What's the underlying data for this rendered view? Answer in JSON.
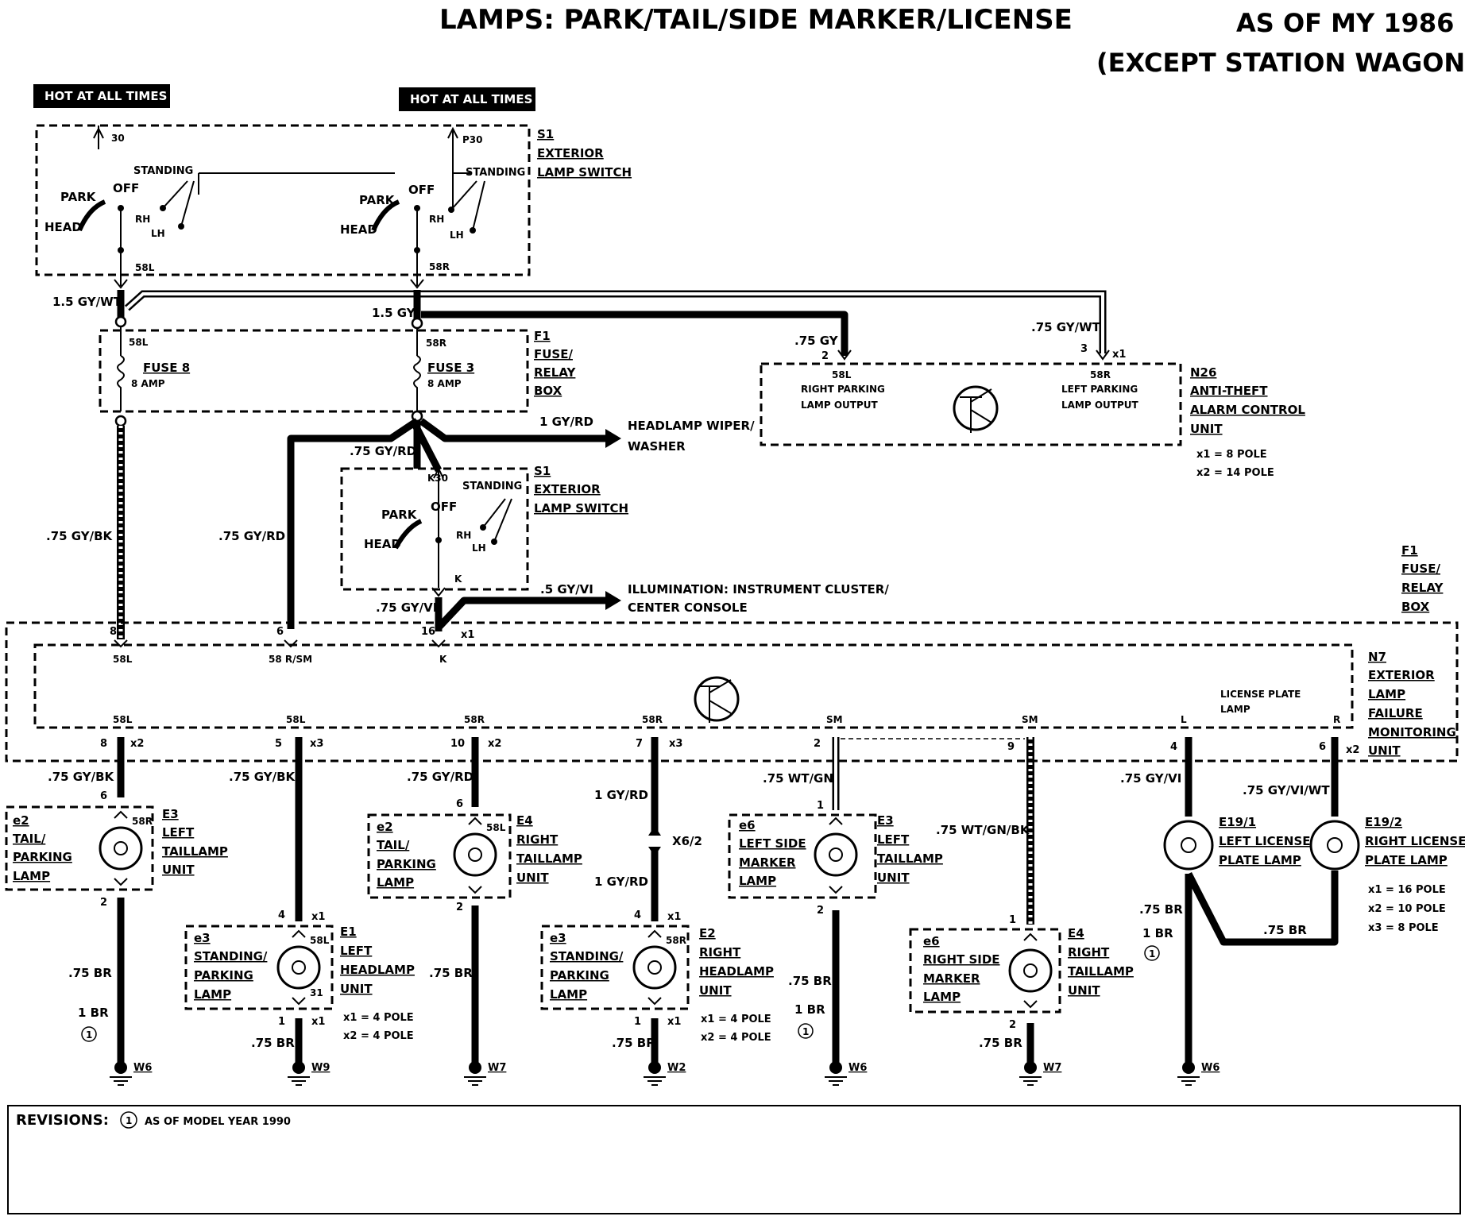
{
  "title": "LAMPS: PARK/TAIL/SIDE MARKER/LICENSE",
  "subtitle_line1": "AS OF MY 1986",
  "subtitle_line2": "(EXCEPT STATION WAGON)",
  "hot_label": "HOT AT ALL TIMES",
  "switch_terms": {
    "t30": "30",
    "tp30": "P30",
    "tk30": "K30",
    "tk": "K",
    "park": "PARK",
    "head": "HEAD",
    "off": "OFF",
    "standing": "STANDING",
    "rh": "RH",
    "lh": "LH",
    "s58l": "58L",
    "s58r": "58R"
  },
  "s1": {
    "id": "S1",
    "l1": "EXTERIOR",
    "l2": "LAMP SWITCH"
  },
  "f1": {
    "id": "F1",
    "l1": "FUSE/",
    "l2": "RELAY",
    "l3": "BOX"
  },
  "fuse8": {
    "name": "FUSE 8",
    "amp": "8 AMP",
    "term": "58L"
  },
  "fuse3": {
    "name": "FUSE 3",
    "amp": "8 AMP",
    "term": "58R"
  },
  "n26": {
    "id": "N26",
    "l1": "ANTI-THEFT",
    "l2": "ALARM CONTROL",
    "l3": "UNIT",
    "out_r1": "RIGHT PARKING",
    "out_r2": "LAMP OUTPUT",
    "out_l1": "LEFT PARKING",
    "out_l2": "LAMP OUTPUT",
    "pin2": "2",
    "pin3": "3",
    "conn": "x1",
    "t58l": "58L",
    "t58r": "58R",
    "pole1": "x1 = 8 POLE",
    "pole2": "x2 = 14 POLE"
  },
  "n7": {
    "id": "N7",
    "l1": "EXTERIOR",
    "l2": "LAMP",
    "l3": "FAILURE",
    "l4": "MONITORING",
    "l5": "UNIT",
    "lic1": "LICENSE PLATE",
    "lic2": "LAMP",
    "in8": "8",
    "in6": "6",
    "in16": "16",
    "inx1": "x1",
    "in58l": "58L",
    "in58rsm": "58 R/SM",
    "ink": "K"
  },
  "wires": {
    "w1": "1.5 GY/WT",
    "w2": "1.5 GY",
    "w3": ".75 GY",
    "w4": ".75 GY/WT",
    "w5": ".75 GY/RD",
    "w6": "1 GY/RD",
    "w7": ".75 GY/BK",
    "w8": ".75 GY/RD",
    "w9": ".75 GY/VI",
    "w10": ".5 GY/VI",
    "o1": ".75 GY/BK",
    "o2": ".75 GY/BK",
    "o3": ".75 GY/RD",
    "o4": "1 GY/RD",
    "o4b": "1 GY/RD",
    "o5": ".75 WT/GN",
    "o6": ".75 WT/GN/BK",
    "o7": ".75 GY/VI",
    "o8": ".75 GY/VI/WT",
    "br": ".75 BR",
    "br1": "1 BR"
  },
  "dest1": {
    "l1": "HEADLAMP WIPER/",
    "l2": "WASHER"
  },
  "dest2": {
    "l1": "ILLUMINATION: INSTRUMENT CLUSTER/",
    "l2": "CENTER CONSOLE"
  },
  "outputs": [
    {
      "term": "58L",
      "pin": "8",
      "conn": "x2"
    },
    {
      "term": "58L",
      "pin": "5",
      "conn": "x3"
    },
    {
      "term": "58R",
      "pin": "10",
      "conn": "x2"
    },
    {
      "term": "58R",
      "pin": "7",
      "conn": "x3"
    },
    {
      "term": "SM",
      "pin": "2",
      "conn": ""
    },
    {
      "term": "SM",
      "pin": "9",
      "conn": ""
    },
    {
      "term": "L",
      "pin": "4",
      "conn": ""
    },
    {
      "term": "R",
      "pin": "6",
      "conn": "x2"
    }
  ],
  "lamps": {
    "e2l": {
      "id": "e2",
      "l1": "TAIL/",
      "l2": "PARKING",
      "l3": "LAMP",
      "unit": "E3",
      "u1": "LEFT",
      "u2": "TAILLAMP",
      "u3": "UNIT",
      "top": "6",
      "bot": "2",
      "term": "58R"
    },
    "e3l": {
      "id": "e3",
      "l1": "STANDING/",
      "l2": "PARKING",
      "l3": "LAMP",
      "unit": "E1",
      "u1": "LEFT",
      "u2": "HEADLAMP",
      "u3": "UNIT",
      "top": "4",
      "bot": "1",
      "term": "58L",
      "t31": "31",
      "p1": "x1 = 4 POLE",
      "p2": "x2 = 4 POLE"
    },
    "e2r": {
      "id": "e2",
      "l1": "TAIL/",
      "l2": "PARKING",
      "l3": "LAMP",
      "unit": "E4",
      "u1": "RIGHT",
      "u2": "TAILLAMP",
      "u3": "UNIT",
      "top": "6",
      "bot": "2",
      "term": "58L"
    },
    "e3r": {
      "id": "e3",
      "l1": "STANDING/",
      "l2": "PARKING",
      "l3": "LAMP",
      "unit": "E2",
      "u1": "RIGHT",
      "u2": "HEADLAMP",
      "u3": "UNIT",
      "top": "4",
      "bot": "1",
      "term": "58R",
      "p1": "x1 = 4 POLE",
      "p2": "x2 = 4 POLE"
    },
    "e6l": {
      "id": "e6",
      "l1": "LEFT SIDE",
      "l2": "MARKER",
      "l3": "LAMP",
      "unit": "E3",
      "u1": "LEFT",
      "u2": "TAILLAMP",
      "u3": "UNIT",
      "top": "1",
      "bot": "2"
    },
    "e6r": {
      "id": "e6",
      "l1": "RIGHT SIDE",
      "l2": "MARKER",
      "l3": "LAMP",
      "unit": "E4",
      "u1": "RIGHT",
      "u2": "TAILLAMP",
      "u3": "UNIT",
      "top": "1",
      "bot": "2"
    },
    "e191": {
      "id": "E19/1",
      "l1": "LEFT LICENSE",
      "l2": "PLATE LAMP"
    },
    "e192": {
      "id": "E19/2",
      "l1": "RIGHT LICENSE",
      "l2": "PLATE LAMP",
      "p1": "x1 = 16 POLE",
      "p2": "x2 = 10 POLE",
      "p3": "x3 = 8 POLE"
    }
  },
  "connectors": {
    "x1": "x1",
    "x2": "x2",
    "x3": "x3",
    "x62": "X6/2"
  },
  "circled_one": "1",
  "grounds": [
    "W6",
    "W9",
    "W7",
    "W2",
    "W6",
    "W7",
    "W6"
  ],
  "revisions": {
    "label": "REVISIONS:",
    "note": "AS OF MODEL YEAR 1990"
  }
}
